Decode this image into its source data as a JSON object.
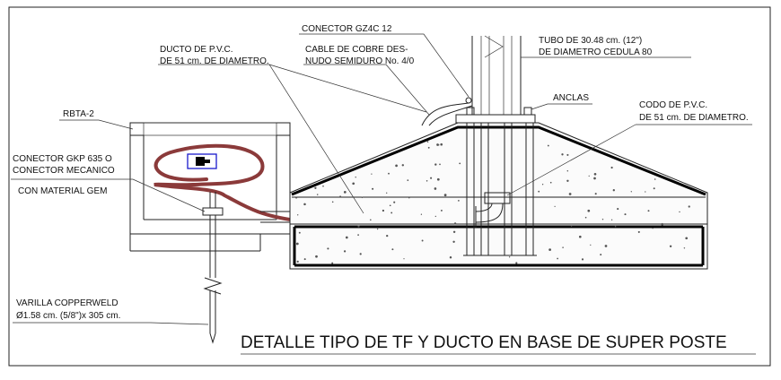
{
  "title": "DETALLE TIPO DE TF Y DUCTO EN BASE DE SUPER POSTE",
  "labels": {
    "conector_gz4c": "CONECTOR GZ4C 12",
    "tubo_line1": "TUBO DE 30.48 cm. (12\")",
    "tubo_line2": "DE DIAMETRO CEDULA 80",
    "ducto_line1": "DUCTO DE P.V.C.",
    "ducto_line2": "DE 51 cm. DE DIAMETRO.",
    "cable_line1": "CABLE DE COBRE DES-",
    "cable_line2": "NUDO SEMIDURO No. 4/0",
    "anclas": "ANCLAS",
    "codo_line1": "CODO DE P.V.C.",
    "codo_line2": "DE 51 cm. DE DIAMETRO.",
    "rbta": "RBTA-2",
    "conector_gkp_line1": "CONECTOR GKP 635 O",
    "conector_gkp_line2": "CONECTOR MECANICO",
    "material_gem": "CON MATERIAL GEM",
    "varilla_line1": "VARILLA COPPERWELD",
    "varilla_line2": "Ø1.58 cm. (5/8\")x 305 cm."
  },
  "colors": {
    "cable": "#8b3a3a",
    "connector_box": "#1a1acc",
    "line": "#222222"
  }
}
